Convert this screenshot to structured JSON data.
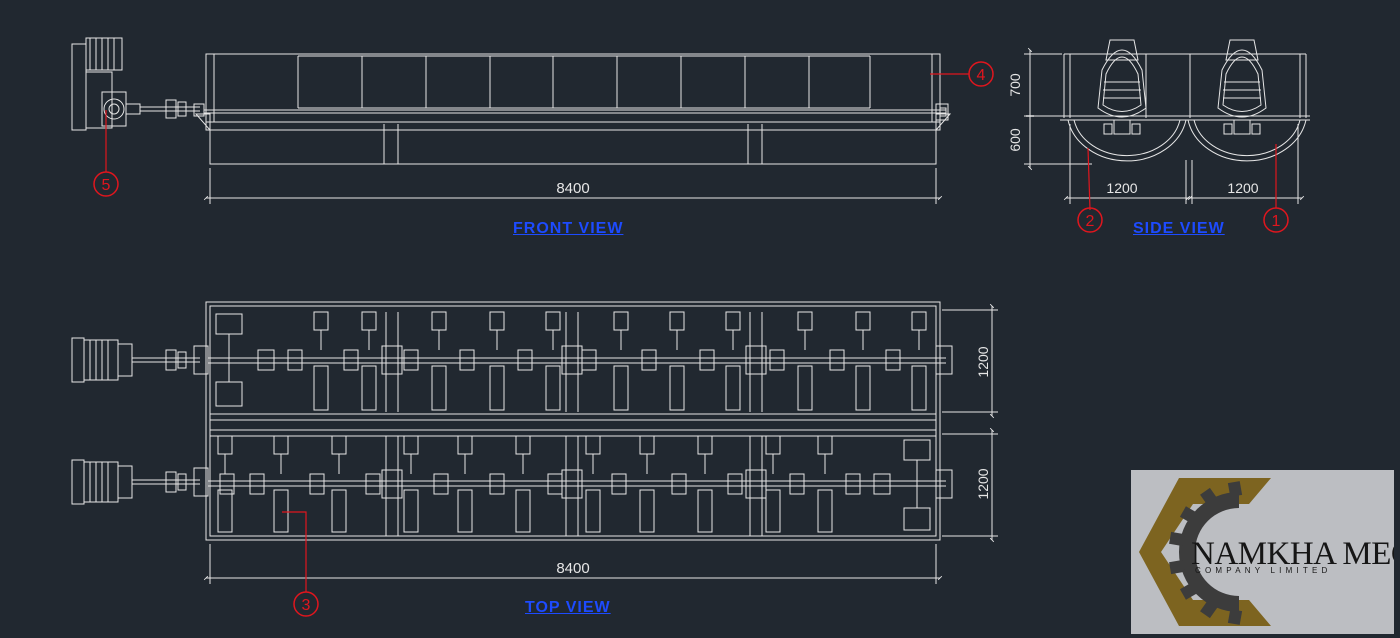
{
  "views": {
    "front": {
      "title": "FRONT VIEW",
      "length_dim": "8400"
    },
    "side": {
      "title": "SIDE VIEW",
      "height_upper_dim": "700",
      "height_lower_dim": "600",
      "width_left_dim": "1200",
      "width_right_dim": "1200"
    },
    "top": {
      "title": "TOP VIEW",
      "length_dim": "8400",
      "upper_width_dim": "1200",
      "lower_width_dim": "1200"
    }
  },
  "callouts": {
    "c1": "1",
    "c2": "2",
    "c3": "3",
    "c4": "4",
    "c5": "5"
  },
  "logo": {
    "company": "NAMKHA MEC",
    "subtitle": "COMPANY LIMITED"
  },
  "colors": {
    "background": "#212830",
    "line": "#e6e6e6",
    "callout": "#e0161e",
    "title": "#1d4bff",
    "logo_gold": "#7d6420",
    "logo_gear": "#3c3c3c"
  }
}
